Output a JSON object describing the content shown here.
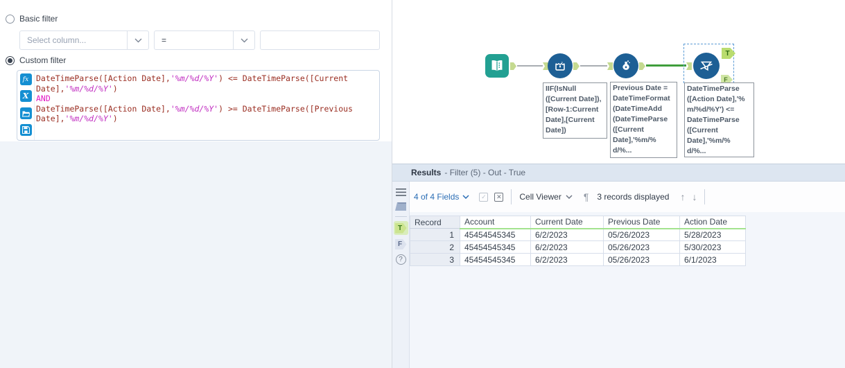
{
  "left_panel": {
    "basic_filter": {
      "label": "Basic filter",
      "selected": false,
      "column_dropdown_placeholder": "Select column...",
      "operator_dropdown_value": "=",
      "value_input": ""
    },
    "custom_filter": {
      "label": "Custom filter",
      "selected": true,
      "expression_lines": [
        [
          {
            "text": "DateTimeParse([Action Date],",
            "type": "code"
          },
          {
            "text": "'%m/%d/%Y'",
            "type": "string"
          },
          {
            "text": ") <= DateTimeParse([Current",
            "type": "code"
          }
        ],
        [
          {
            "text": "Date],",
            "type": "code"
          },
          {
            "text": "'%m/%d/%Y'",
            "type": "string"
          },
          {
            "text": ")",
            "type": "code"
          }
        ],
        [
          {
            "text": "AND",
            "type": "keyword"
          }
        ],
        [
          {
            "text": "DateTimeParse([Action Date],",
            "type": "code"
          },
          {
            "text": "'%m/%d/%Y'",
            "type": "string"
          },
          {
            "text": ") >= DateTimeParse([Previous",
            "type": "code"
          }
        ],
        [
          {
            "text": "Date],",
            "type": "code"
          },
          {
            "text": "'%m/%d/%Y'",
            "type": "string"
          },
          {
            "text": ")",
            "type": "code"
          }
        ]
      ]
    }
  },
  "canvas": {
    "filter_outputs": {
      "true_label": "T",
      "false_label": "F"
    },
    "annotations": [
      "IIF(IsNull\n([Current Date]),\n[Row-1:Current\nDate],[Current\nDate])",
      "Previous Date =\nDateTimeFormat\n(DateTimeAdd\n(DateTimeParse\n([Current\nDate],'%m/%\nd/%...",
      "DateTimeParse\n([Action Date],'%\nm/%d/%Y') <=\nDateTimeParse\n([Current\nDate],'%m/%\nd/%..."
    ]
  },
  "results_panel": {
    "title": "Results",
    "subtitle": "- Filter (5) - Out - True",
    "toolbar": {
      "fields_label": "4 of 4 Fields",
      "cell_viewer_label": "Cell Viewer",
      "records_label": "3 records displayed"
    },
    "side_strip": {
      "true_label": "T",
      "false_label": "F"
    },
    "table": {
      "columns": [
        "Record",
        "Account",
        "Current Date",
        "Previous Date",
        "Action Date"
      ],
      "rows": [
        [
          "1",
          "45454545345",
          "6/2/2023",
          "05/26/2023",
          "5/28/2023"
        ],
        [
          "2",
          "45454545345",
          "6/2/2023",
          "05/26/2023",
          "5/30/2023"
        ],
        [
          "3",
          "45454545345",
          "6/2/2023",
          "05/26/2023",
          "6/1/2023"
        ]
      ]
    }
  },
  "icons": {
    "pilcrow": "¶",
    "arrow_up": "↑",
    "arrow_down": "↓",
    "check": "✓",
    "cross": "✕",
    "help": "?",
    "fx": "fx",
    "x_variable": "X"
  },
  "colors": {
    "accent_blue": "#148fd2",
    "tool_blue": "#1d5f95",
    "tool_teal": "#22a092",
    "anchor_green": "#c5da90",
    "connection_gray": "#a9adb2",
    "connection_green": "#3f9e3c",
    "header_underline_green": "#a3e38e",
    "link_blue": "#2a6db5",
    "code_red": "#9a2d21",
    "string_magenta": "#c12ec1",
    "keyword_magenta": "#e318c4"
  }
}
